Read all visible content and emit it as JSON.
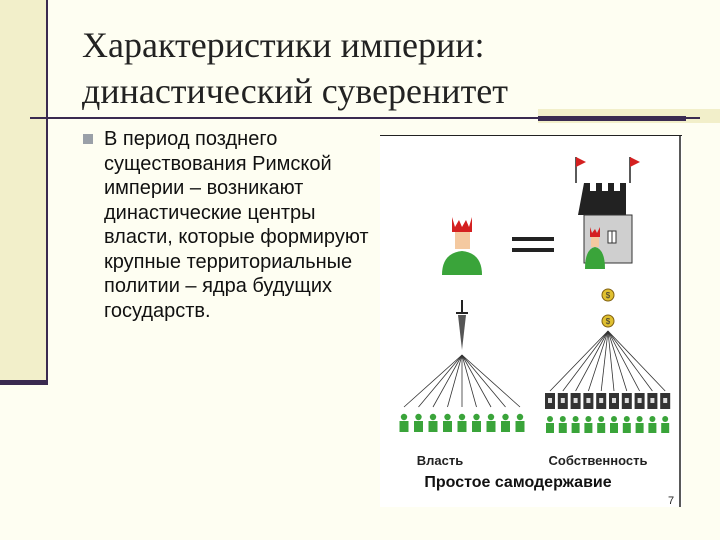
{
  "slide": {
    "title_line1": "Характеристики империи:",
    "title_line2": "династический суверенитет",
    "bullet_text": "В период позднего существования Римской империи – возникают династические центры власти, которые формируют крупные территориальные политии – ядра будущих государств.",
    "page_number": "7"
  },
  "figure": {
    "label_left": "Власть",
    "label_right": "Собственность",
    "caption": "Простое самодержавие"
  },
  "colors": {
    "accent": "#3a2a50",
    "background": "#fefef2",
    "band": "#f2efca",
    "figure_green": "#3aa43a",
    "crown_red": "#d42020"
  }
}
